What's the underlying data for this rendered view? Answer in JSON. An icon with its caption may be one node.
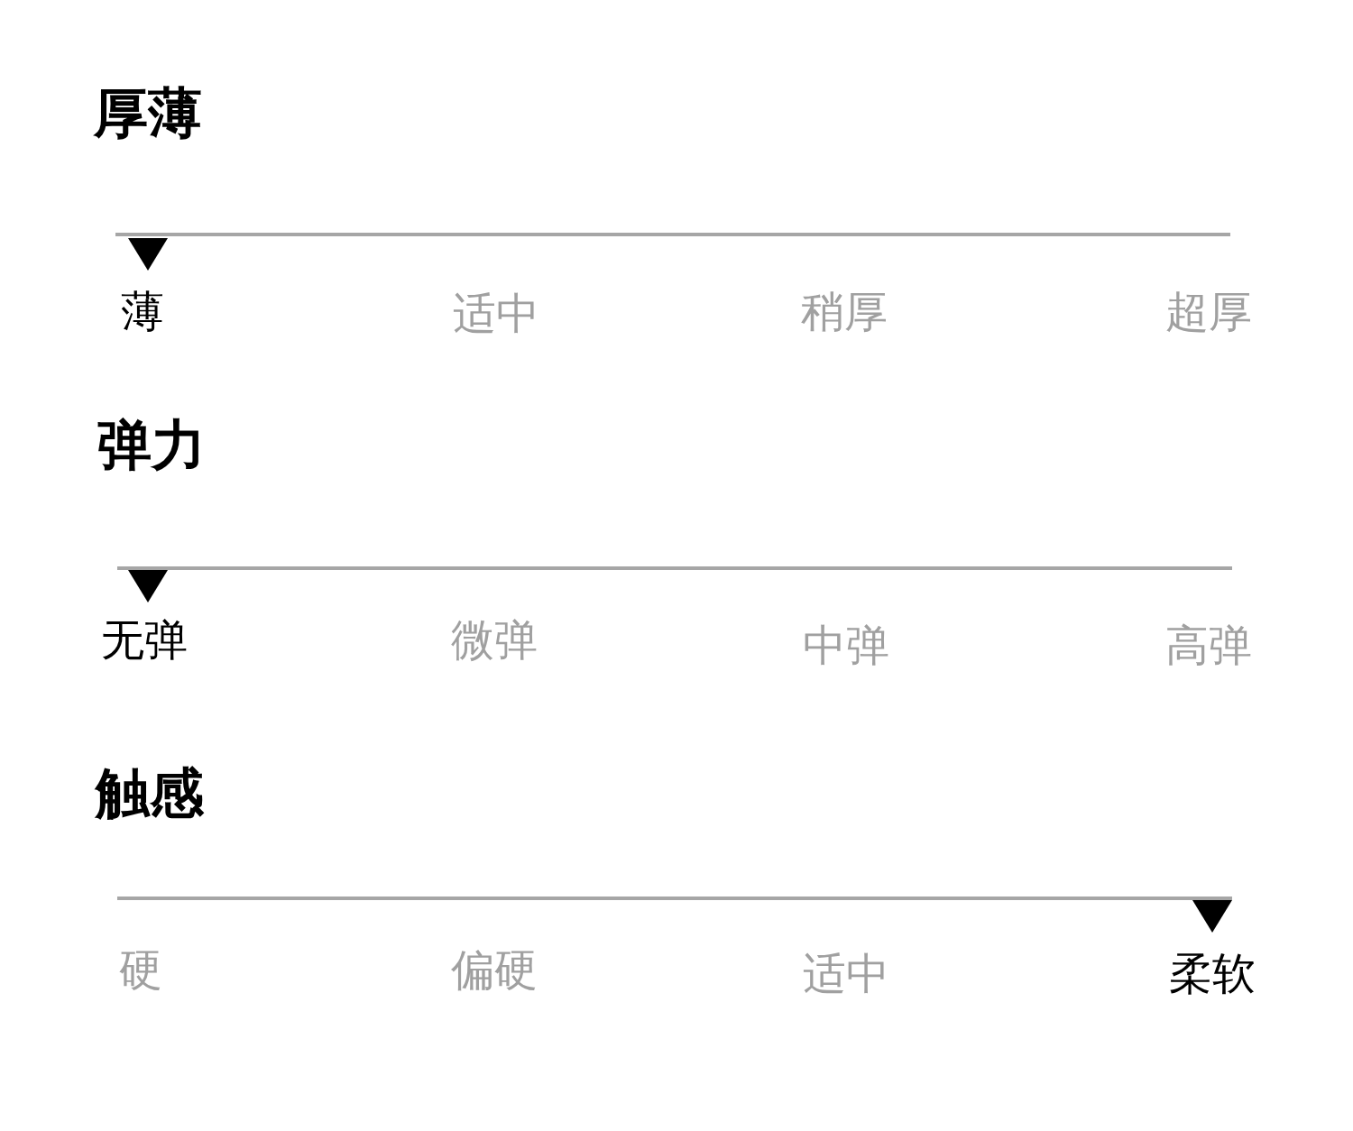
{
  "diagram": {
    "labels": [
      "厚薄",
      "薄",
      "适中",
      "稍厚",
      "超厚",
      "弹力",
      "无弹",
      "微弹",
      "中弹",
      "高弹",
      "触感",
      "硬",
      "偏硬",
      "适中",
      "柔软"
    ]
  }
}
